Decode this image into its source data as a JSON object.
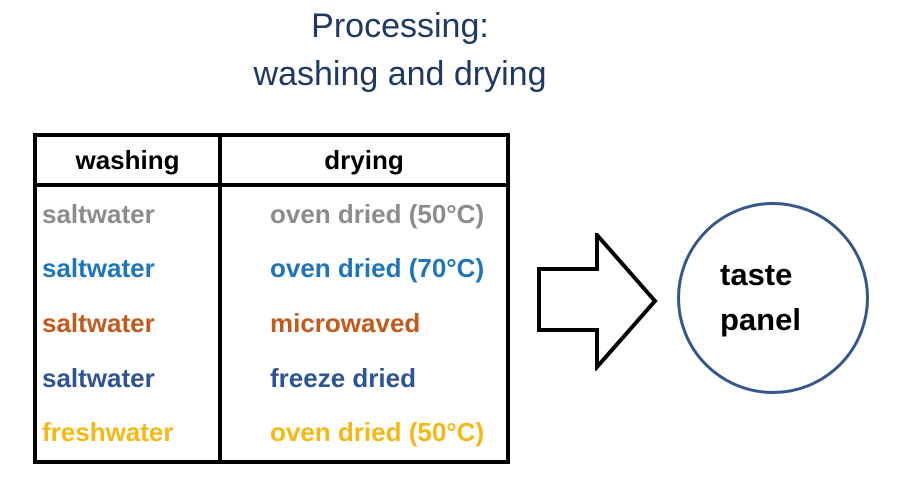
{
  "title": {
    "line1": "Processing:",
    "line2": "washing and drying",
    "color": "#1F3864"
  },
  "table": {
    "headers": {
      "washing": "washing",
      "drying": "drying"
    },
    "rows": [
      {
        "washing": "saltwater",
        "drying": "oven dried (50°C)",
        "color": "#8C8C8C"
      },
      {
        "washing": "saltwater",
        "drying": "oven dried (70°C)",
        "color": "#1E75BB"
      },
      {
        "washing": "saltwater",
        "drying": "microwaved",
        "color": "#C25A1E"
      },
      {
        "washing": "saltwater",
        "drying": "freeze dried",
        "color": "#2F5496"
      },
      {
        "washing": "freshwater",
        "drying": "oven dried (50°C)",
        "color": "#F5B814"
      }
    ]
  },
  "arrow": {
    "name": "right-block-arrow",
    "stroke_color": "#000000"
  },
  "output_node": {
    "line1": "taste",
    "line2": "panel",
    "border_color": "#33578A"
  }
}
